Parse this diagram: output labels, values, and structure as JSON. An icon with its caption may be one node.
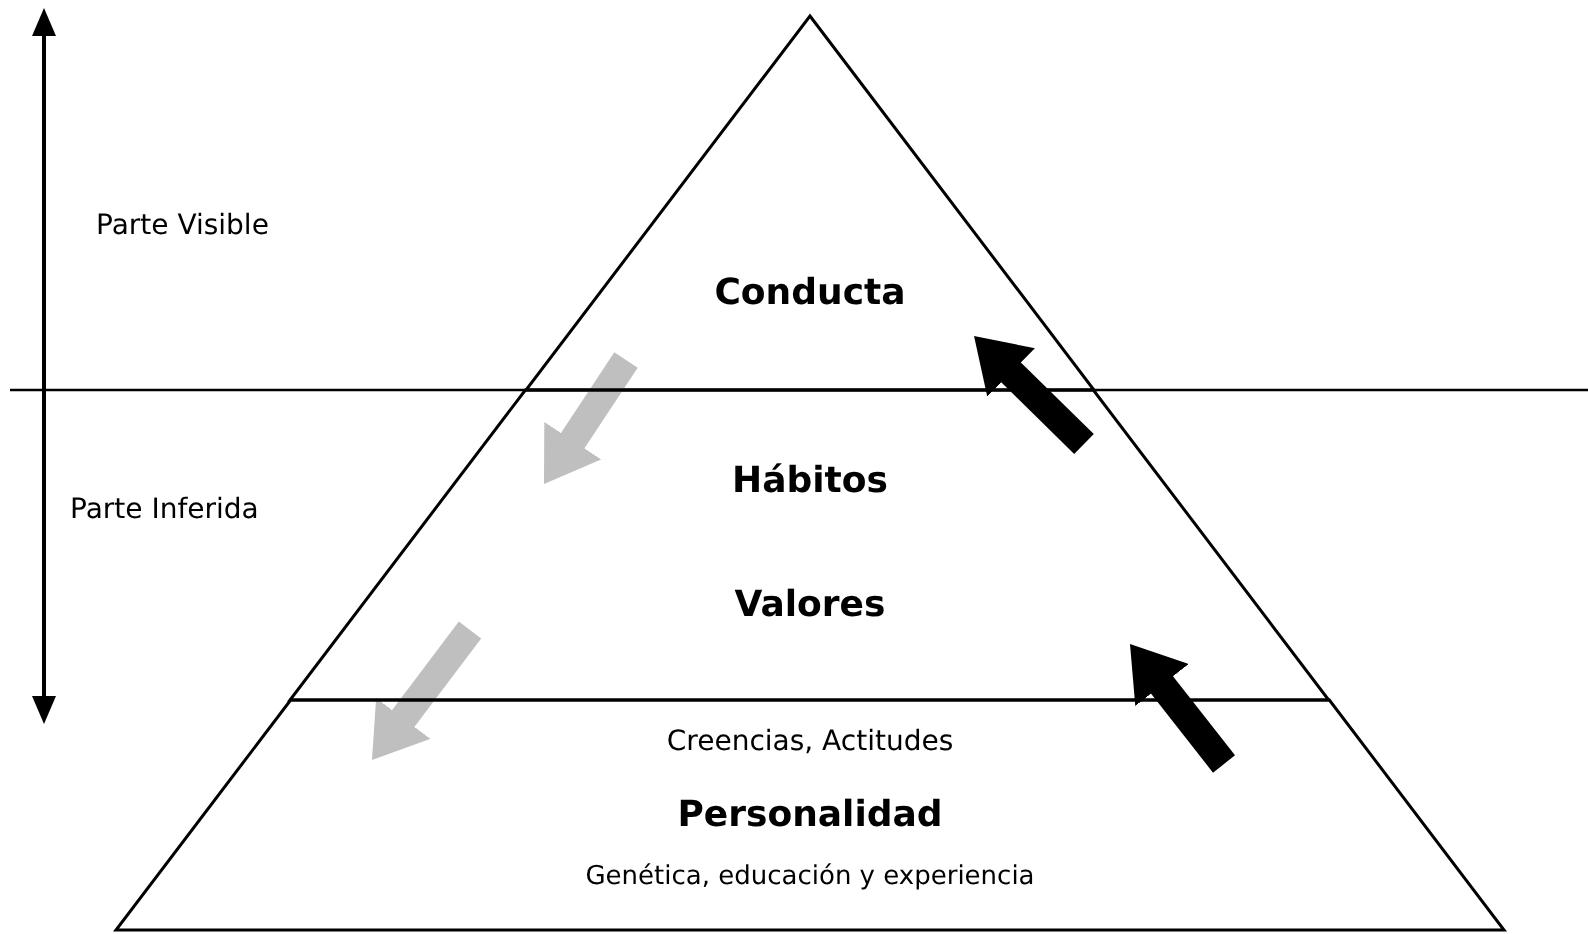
{
  "diagram": {
    "nodes": [
      {
        "text": [
          "Conducta"
        ]
      },
      {
        "text": [
          "Hábitos",
          "Valores"
        ]
      },
      {
        "text": [
          "Creencias, Actitudes",
          "Personalidad",
          "Genética, educación y experiencia"
        ]
      }
    ],
    "edges": [
      {
        "from": 0,
        "to": 1,
        "arrow": "to",
        "color": "#bfbfbf"
      },
      {
        "from": 1,
        "to": 2,
        "arrow": "to",
        "color": "#bfbfbf"
      },
      {
        "from": 2,
        "to": 1,
        "arrow": "to",
        "color": "#000000"
      },
      {
        "from": 1,
        "to": 0,
        "arrow": "to",
        "color": "#000000"
      }
    ],
    "labels": [
      "Parte Visible",
      "Parte Inferida"
    ]
  }
}
